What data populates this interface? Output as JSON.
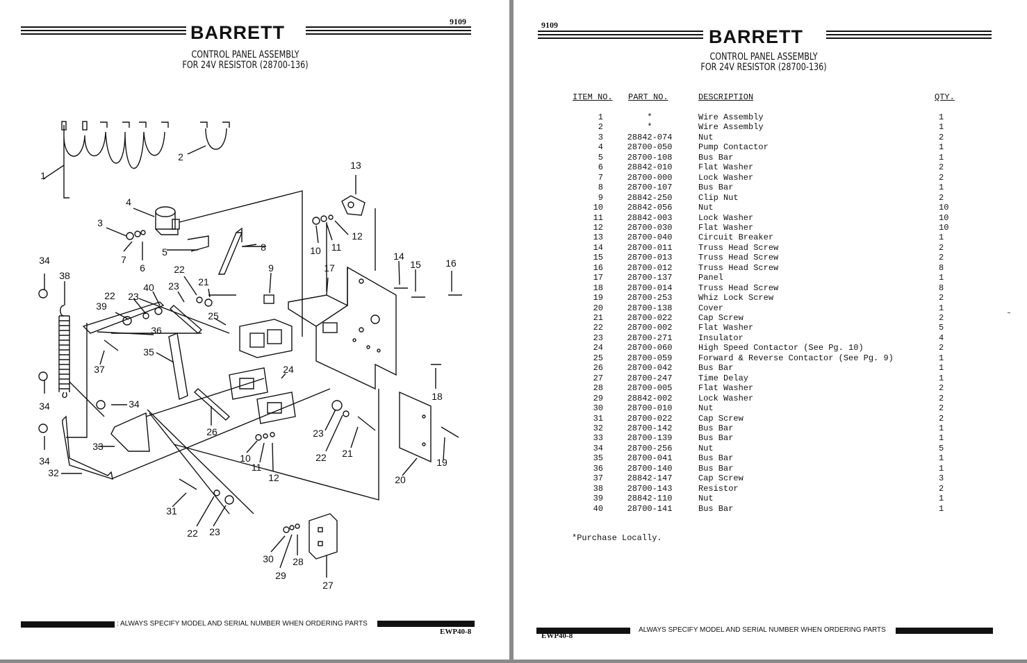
{
  "left_page": {
    "page_code": "9109",
    "brand": "BARRETT",
    "title_line1": "CONTROL PANEL ASSEMBLY",
    "title_line2": "FOR 24V RESISTOR (28700-136)",
    "footer_text": ": ALWAYS SPECIFY MODEL AND SERIAL NUMBER WHEN ORDERING PARTS",
    "doc_id": "EWP40-8",
    "callouts": [
      "1",
      "2",
      "3",
      "4",
      "5",
      "6",
      "7",
      "8",
      "9",
      "10",
      "11",
      "12",
      "13",
      "14",
      "15",
      "16",
      "17",
      "18",
      "19",
      "20",
      "21",
      "22",
      "23",
      "24",
      "25",
      "26",
      "27",
      "28",
      "29",
      "30",
      "31",
      "32",
      "33",
      "34",
      "35",
      "36",
      "37",
      "38",
      "39",
      "40"
    ]
  },
  "right_page": {
    "page_code": "9109",
    "brand": "BARRETT",
    "title_line1": "CONTROL PANEL ASSEMBLY",
    "title_line2": "FOR 24V RESISTOR (28700-136)",
    "table": {
      "headers": {
        "item": "ITEM NO.",
        "part": "PART NO.",
        "desc": "DESCRIPTION",
        "qty": "QTY."
      },
      "rows": [
        {
          "item": "1",
          "part": "*",
          "desc": "Wire Assembly",
          "qty": "1"
        },
        {
          "item": "2",
          "part": "*",
          "desc": "Wire Assembly",
          "qty": "1"
        },
        {
          "item": "3",
          "part": "28842-074",
          "desc": "Nut",
          "qty": "2"
        },
        {
          "item": "4",
          "part": "28700-050",
          "desc": "Pump Contactor",
          "qty": "1"
        },
        {
          "item": "5",
          "part": "28700-108",
          "desc": "Bus Bar",
          "qty": "1"
        },
        {
          "item": "6",
          "part": "28842-010",
          "desc": "Flat Washer",
          "qty": "2"
        },
        {
          "item": "7",
          "part": "28700-000",
          "desc": "Lock Washer",
          "qty": "2"
        },
        {
          "item": "8",
          "part": "28700-107",
          "desc": "Bus Bar",
          "qty": "1"
        },
        {
          "item": "9",
          "part": "28842-250",
          "desc": "Clip Nut",
          "qty": "2"
        },
        {
          "item": "10",
          "part": "28842-056",
          "desc": "Nut",
          "qty": "10"
        },
        {
          "item": "11",
          "part": "28842-003",
          "desc": "Lock Washer",
          "qty": "10"
        },
        {
          "item": "12",
          "part": "28700-030",
          "desc": "Flat Washer",
          "qty": "10"
        },
        {
          "item": "13",
          "part": "28700-040",
          "desc": "Circuit Breaker",
          "qty": "1"
        },
        {
          "item": "14",
          "part": "28700-011",
          "desc": "Truss Head Screw",
          "qty": "2"
        },
        {
          "item": "15",
          "part": "28700-013",
          "desc": "Truss Head Screw",
          "qty": "2"
        },
        {
          "item": "16",
          "part": "28700-012",
          "desc": "Truss Head Screw",
          "qty": "8"
        },
        {
          "item": "17",
          "part": "28700-137",
          "desc": "Panel",
          "qty": "1"
        },
        {
          "item": "18",
          "part": "28700-014",
          "desc": "Truss Head Screw",
          "qty": "8"
        },
        {
          "item": "19",
          "part": "28700-253",
          "desc": "Whiz Lock Screw",
          "qty": "2"
        },
        {
          "item": "20",
          "part": "28700-138",
          "desc": "Cover",
          "qty": "1"
        },
        {
          "item": "21",
          "part": "28700-022",
          "desc": "Cap Screw",
          "qty": "2"
        },
        {
          "item": "22",
          "part": "28700-002",
          "desc": "Flat Washer",
          "qty": "5"
        },
        {
          "item": "23",
          "part": "28700-271",
          "desc": "Insulator",
          "qty": "4"
        },
        {
          "item": "24",
          "part": "28700-060",
          "desc": "High Speed Contactor (See Pg. 10)",
          "qty": "2"
        },
        {
          "item": "25",
          "part": "28700-059",
          "desc": "Forward & Reverse Contactor (See Pg. 9)",
          "qty": "1"
        },
        {
          "item": "26",
          "part": "28700-042",
          "desc": "Bus Bar",
          "qty": "1"
        },
        {
          "item": "27",
          "part": "28700-247",
          "desc": "Time Delay",
          "qty": "1"
        },
        {
          "item": "28",
          "part": "28700-005",
          "desc": "Flat Washer",
          "qty": "2"
        },
        {
          "item": "29",
          "part": "28842-002",
          "desc": "Lock Washer",
          "qty": "2"
        },
        {
          "item": "30",
          "part": "28700-010",
          "desc": "Nut",
          "qty": "2"
        },
        {
          "item": "31",
          "part": "28700-022",
          "desc": "Cap Screw",
          "qty": "2"
        },
        {
          "item": "32",
          "part": "28700-142",
          "desc": "Bus Bar",
          "qty": "1"
        },
        {
          "item": "33",
          "part": "28700-139",
          "desc": "Bus Bar",
          "qty": "1"
        },
        {
          "item": "34",
          "part": "28700-256",
          "desc": "Nut",
          "qty": "5"
        },
        {
          "item": "35",
          "part": "28700-041",
          "desc": "Bus Bar",
          "qty": "1"
        },
        {
          "item": "36",
          "part": "28700-140",
          "desc": "Bus Bar",
          "qty": "1"
        },
        {
          "item": "37",
          "part": "28842-147",
          "desc": "Cap Screw",
          "qty": "3"
        },
        {
          "item": "38",
          "part": "28700-143",
          "desc": "Resistor",
          "qty": "2"
        },
        {
          "item": "39",
          "part": "28842-110",
          "desc": "Nut",
          "qty": "1"
        },
        {
          "item": "40",
          "part": "28700-141",
          "desc": "Bus Bar",
          "qty": "1"
        }
      ]
    },
    "note": "*Purchase Locally.",
    "footer_text": "ALWAYS SPECIFY MODEL AND SERIAL NUMBER WHEN ORDERING PARTS",
    "doc_id": "EWP40-8"
  }
}
